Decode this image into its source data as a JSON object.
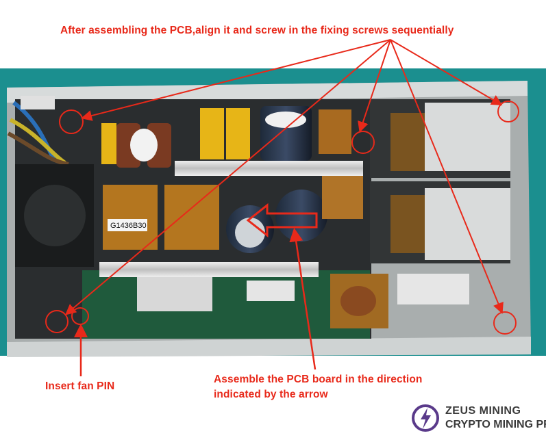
{
  "captions": {
    "top": "After assembling the PCB,align it and screw in the fixing screws sequentially",
    "fan": "Insert fan PIN",
    "direction_line1": "Assemble the PCB board in the direction",
    "direction_line2": "indicated by the arrow"
  },
  "component_labels": {
    "transformer_code": "G1436B30"
  },
  "logo": {
    "line1": "ZEUS MINING",
    "line2": "CRYPTO MINING PRO"
  },
  "colors": {
    "annotation": "#e8291a",
    "backdrop": "#1b8f8f",
    "chassis": "#b8bcbc"
  }
}
